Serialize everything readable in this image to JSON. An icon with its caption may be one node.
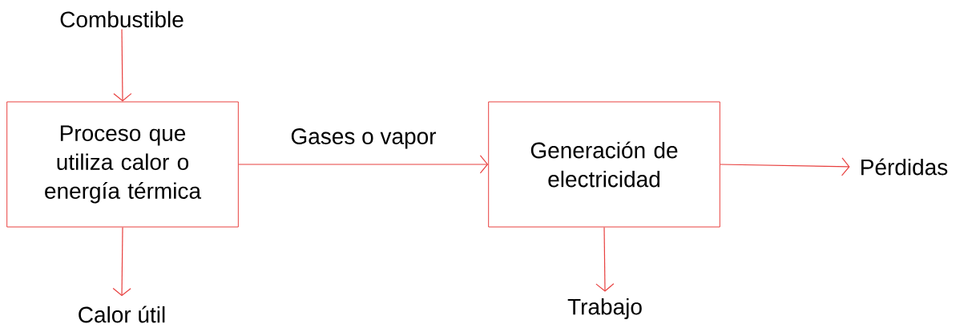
{
  "diagram": {
    "nodes": [
      {
        "text": [
          "Combustible"
        ]
      },
      {
        "text": [
          "Proceso que utiliza calor o energía térmica"
        ]
      },
      {
        "text": [
          "Generación de electricidad"
        ]
      },
      {
        "text": [
          "Pérdidas"
        ]
      },
      {
        "text": [
          "Calor útil"
        ]
      },
      {
        "text": [
          "Trabajo"
        ]
      }
    ],
    "edges": [
      {
        "from": 0,
        "to": 1,
        "arrow": "to"
      },
      {
        "from": 1,
        "to": 2,
        "arrow": "to",
        "label": "Gases o vapor"
      },
      {
        "from": 2,
        "to": 3,
        "arrow": "to"
      },
      {
        "from": 1,
        "to": 4,
        "arrow": "to"
      },
      {
        "from": 2,
        "to": 5,
        "arrow": "to"
      }
    ]
  }
}
